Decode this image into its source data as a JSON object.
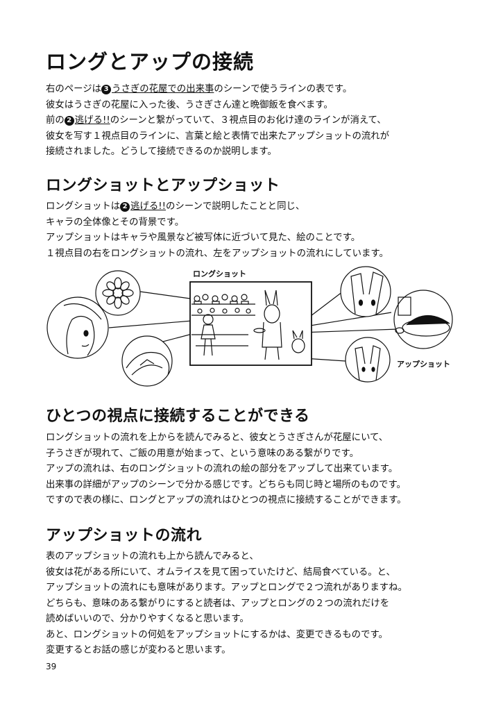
{
  "title": "ロングとアップの接続",
  "intro": {
    "line1": {
      "a": "右のページは",
      "badge": "3",
      "link": "うさぎの花屋での出来事",
      "b": "のシーンで使うラインの表です。"
    },
    "line2": "彼女はうさぎの花屋に入った後、うさぎさん達と晩御飯を食べます。",
    "line3": {
      "a": "前の",
      "badge": "2",
      "link": "逃げる!!",
      "b": "のシーンと繋がっていて、３視点目のお化け達のラインが消えて、"
    },
    "line4": "彼女を写す１視点目のラインに、言葉と絵と表情で出来たアップショットの流れが",
    "line5": "接続されました。どうして接続できるのか説明します。"
  },
  "section1": {
    "heading": "ロングショットとアップショット",
    "line1": {
      "a": "ロングショットは",
      "badge": "2",
      "link": "逃げる!!",
      "b": "のシーンで説明したことと同じ、"
    },
    "line2": "キャラの全体像とその背景です。",
    "line3": "アップショットはキャラや風景など被写体に近づいて見た、絵のことです。",
    "line4": "１視点目の右をロングショットの流れ、左をアップショットの流れにしています。"
  },
  "figure": {
    "long_label": "ロングショット",
    "up_label": "アップショット"
  },
  "section2": {
    "heading": "ひとつの視点に接続することができる",
    "lines": [
      "ロングショットの流れを上からを読んでみると、彼女とうさぎさんが花屋にいて、",
      "子うさぎが現れて、ご飯の用意が始まって、という意味のある繋がりです。",
      "アップの流れは、右のロングショットの流れの絵の部分をアップして出来ています。",
      "出来事の詳細がアップのシーンで分かる感じです。どちらも同じ時と場所のものです。",
      "ですので表の様に、ロングとアップの流れはひとつの視点に接続することができます。"
    ]
  },
  "section3": {
    "heading": "アップショットの流れ",
    "lines": [
      "表のアップショットの流れも上から読んでみると、",
      "彼女は花がある所にいて、オムライスを見て困っていたけど、結局食べている。と、",
      "アップショットの流れにも意味があります。アップとロングで２つ流れがありますね。",
      "どちらも、意味のある繋がりにすると読者は、アップとロングの２つの流れだけを",
      "読めばいいので、分かりやすくなると思います。",
      "あと、ロングショットの何処をアップショットにするかは、変更できるものです。",
      "変更するとお話の感じが変わると思います。"
    ]
  },
  "page_number": "39"
}
